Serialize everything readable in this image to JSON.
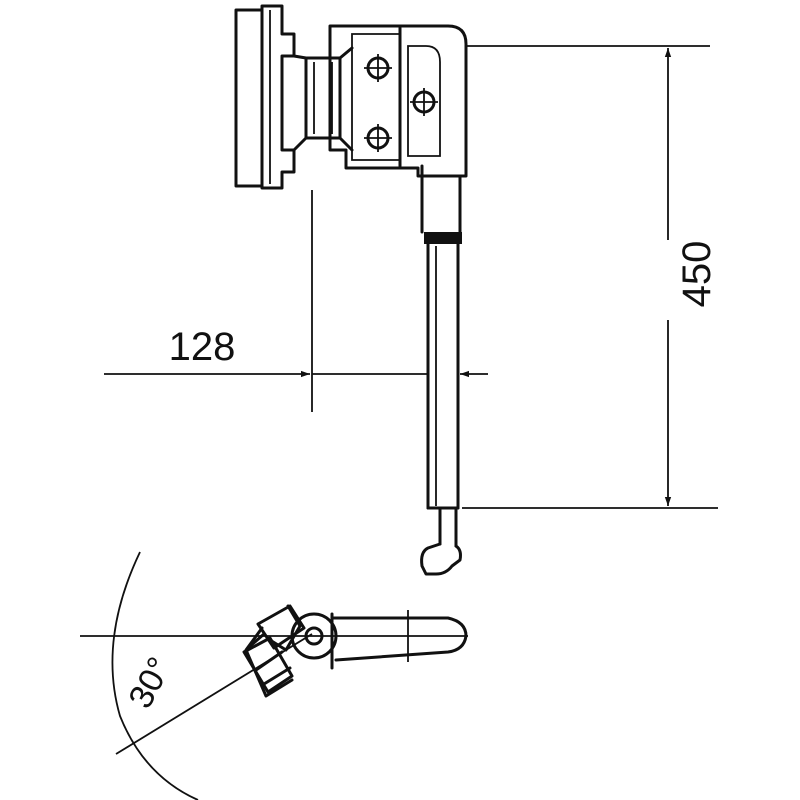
{
  "dimensions": {
    "width_label": "128",
    "height_label": "450",
    "angle_label": "30°"
  },
  "colors": {
    "ink": "#111111",
    "background": "#ffffff"
  }
}
